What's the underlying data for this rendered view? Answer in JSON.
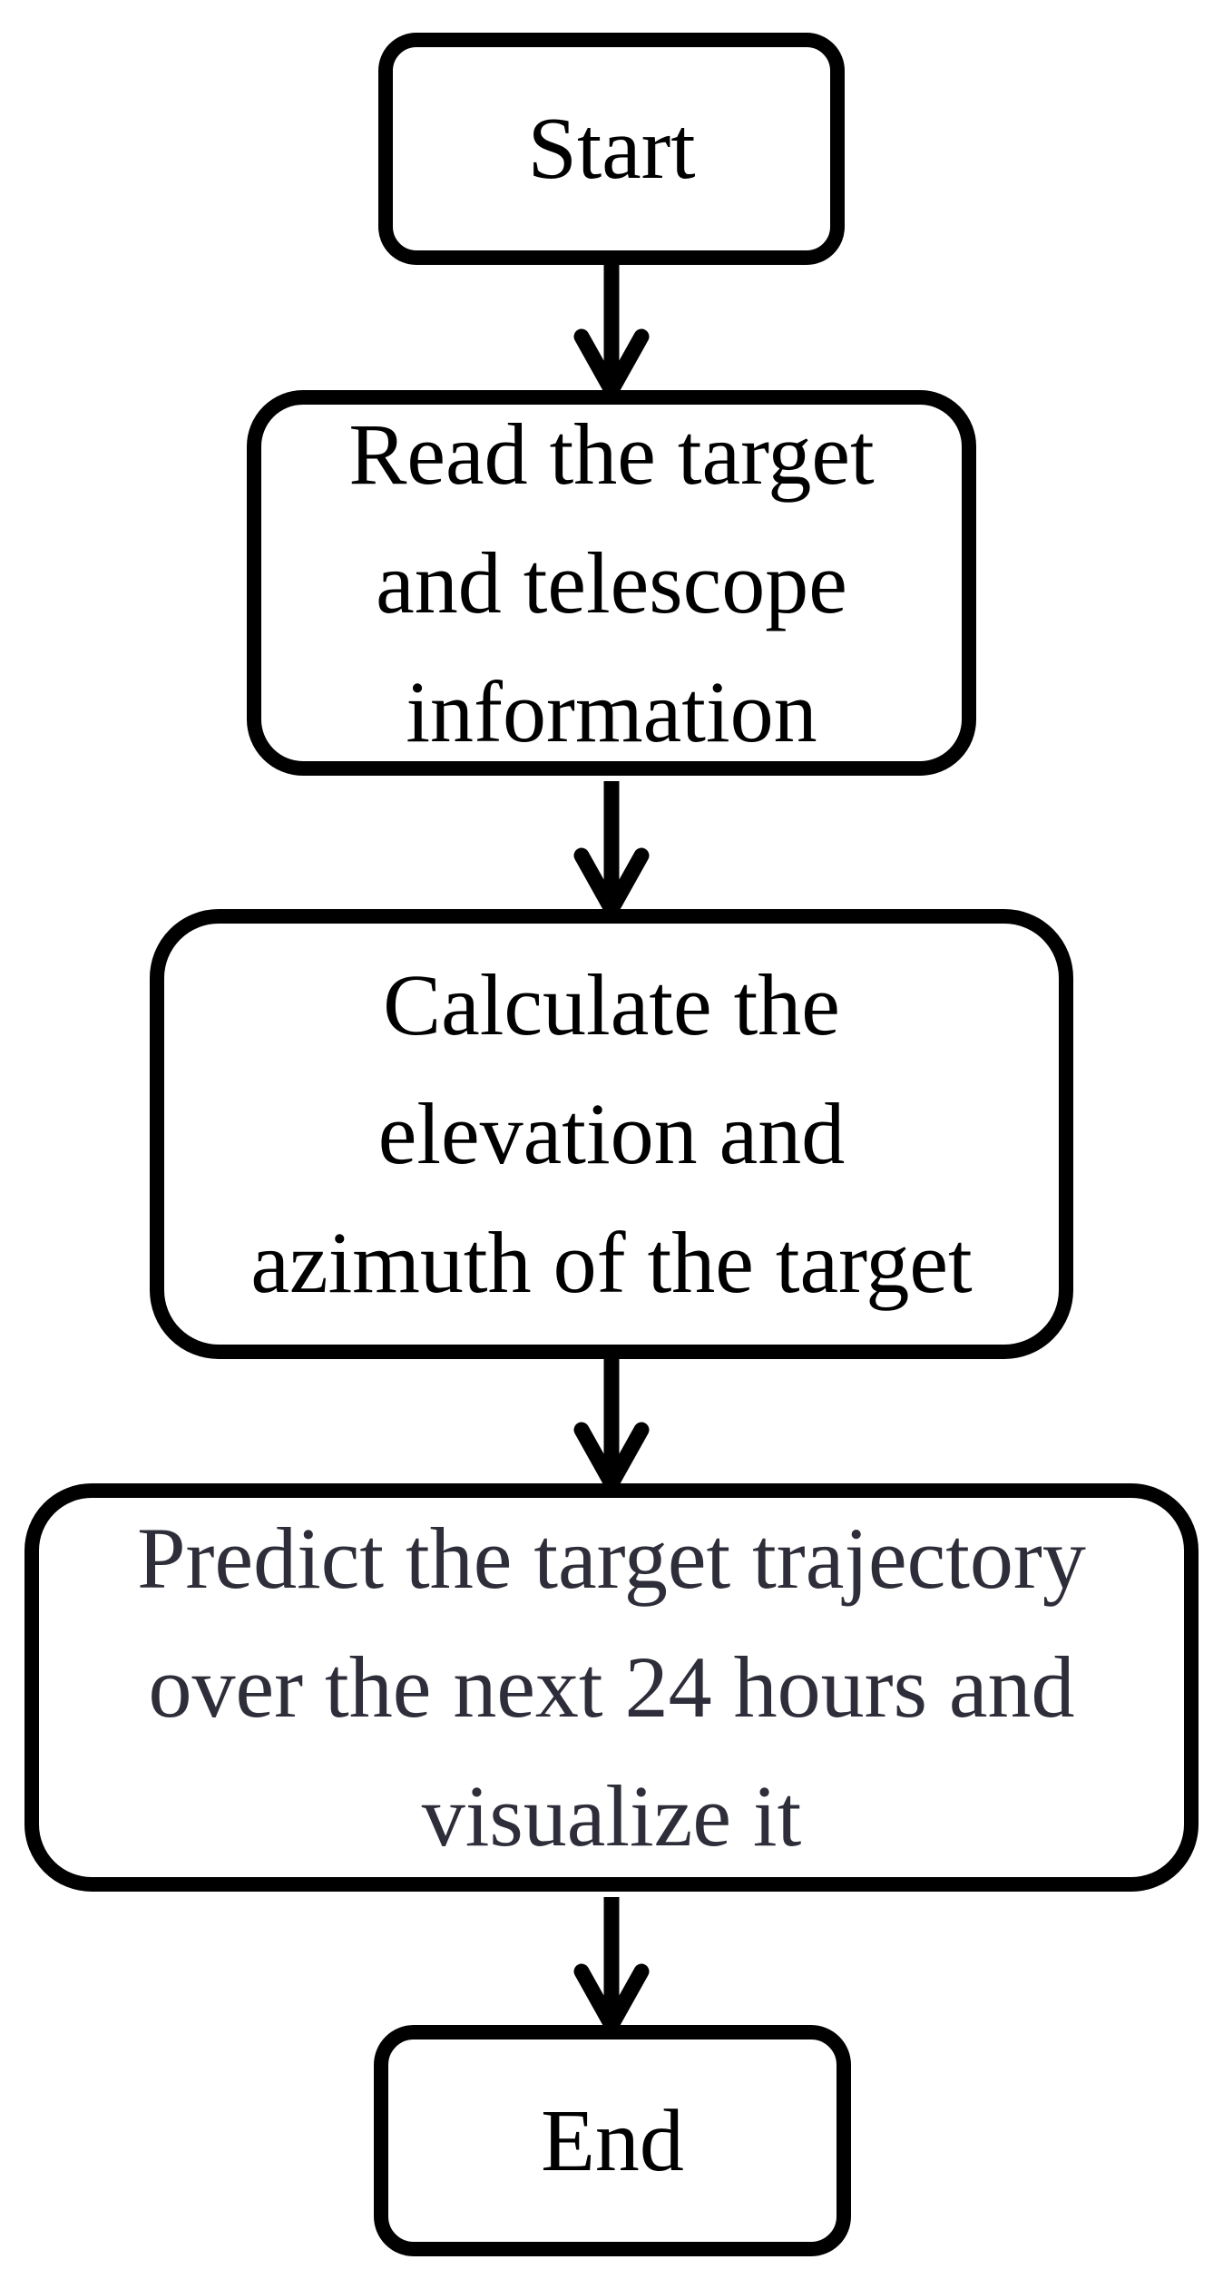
{
  "diagram": {
    "type": "flowchart",
    "direction": "top-down",
    "nodes": [
      {
        "id": "start",
        "shape": "rounded-rectangle",
        "label": "Start"
      },
      {
        "id": "read",
        "shape": "rounded-rectangle",
        "label": "Read the target\nand telescope\ninformation"
      },
      {
        "id": "calculate",
        "shape": "rounded-rectangle",
        "label": "Calculate the\nelevation and\nazimuth of the target"
      },
      {
        "id": "predict",
        "shape": "rounded-rectangle",
        "label": "Predict the target trajectory\nover the next 24 hours and\nvisualize it"
      },
      {
        "id": "end",
        "shape": "rounded-rectangle",
        "label": "End"
      }
    ],
    "edges": [
      {
        "from": "start",
        "to": "read",
        "style": "arrow-down"
      },
      {
        "from": "read",
        "to": "calculate",
        "style": "arrow-down"
      },
      {
        "from": "calculate",
        "to": "predict",
        "style": "arrow-down"
      },
      {
        "from": "predict",
        "to": "end",
        "style": "arrow-down"
      }
    ],
    "colors": {
      "background": "#ffffff",
      "node_fill": "#ffffff",
      "node_border": "#000000",
      "arrow": "#000000",
      "text": "#000000",
      "predict_text": "#2e2e3a"
    }
  }
}
